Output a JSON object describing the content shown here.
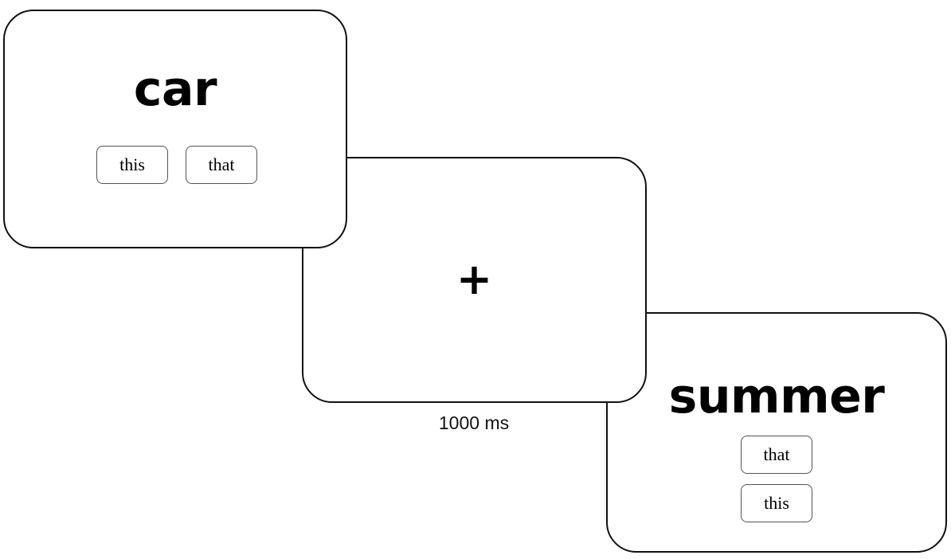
{
  "figure": {
    "type": "trial-sequence-diagram",
    "background_color": "#ffffff",
    "stroke_color": "#111111"
  },
  "screens": [
    {
      "id": "screen-1",
      "name": "word-trial-screen-car",
      "prompt_word": "car",
      "options_layout": "horizontal",
      "options": [
        {
          "label": "this"
        },
        {
          "label": "that"
        }
      ]
    },
    {
      "id": "screen-2",
      "name": "fixation-screen",
      "fixation_symbol": "+",
      "duration_label": "1000 ms"
    },
    {
      "id": "screen-3",
      "name": "word-trial-screen-summer",
      "prompt_word": "summer",
      "options_layout": "vertical",
      "options": [
        {
          "label": "that"
        },
        {
          "label": "this"
        }
      ]
    }
  ]
}
